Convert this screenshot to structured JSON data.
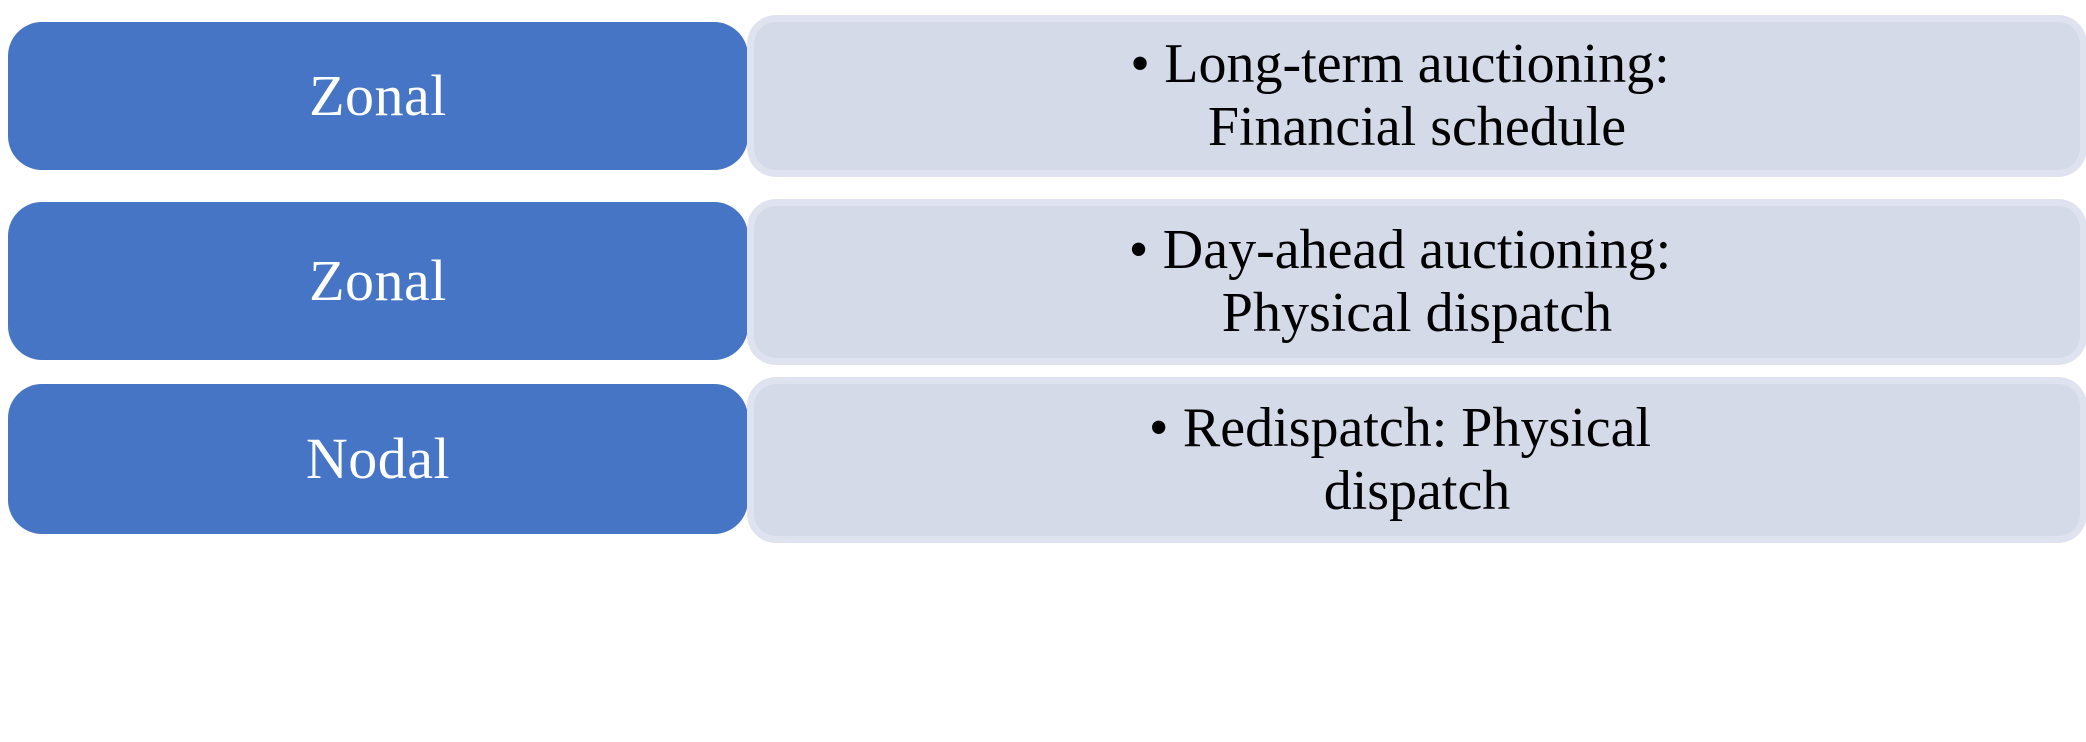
{
  "diagram": {
    "type": "stacked-process-rows",
    "bullet_glyph": "•",
    "colors": {
      "label_box_fill": "#4575C4",
      "label_text": "#FFFFFF",
      "panel_fill": "#D4DAE8",
      "panel_outline": "#DFE3EF",
      "panel_text": "#000000",
      "background": "#FFFFFF"
    },
    "rows": [
      {
        "label": "Zonal",
        "bullet_line_1": "Long-term auctioning:",
        "bullet_line_2": "Financial schedule"
      },
      {
        "label": "Zonal",
        "bullet_line_1": "Day-ahead auctioning:",
        "bullet_line_2": "Physical dispatch"
      },
      {
        "label": "Nodal",
        "bullet_line_1": "Redispatch: Physical",
        "bullet_line_2": "dispatch"
      }
    ]
  }
}
